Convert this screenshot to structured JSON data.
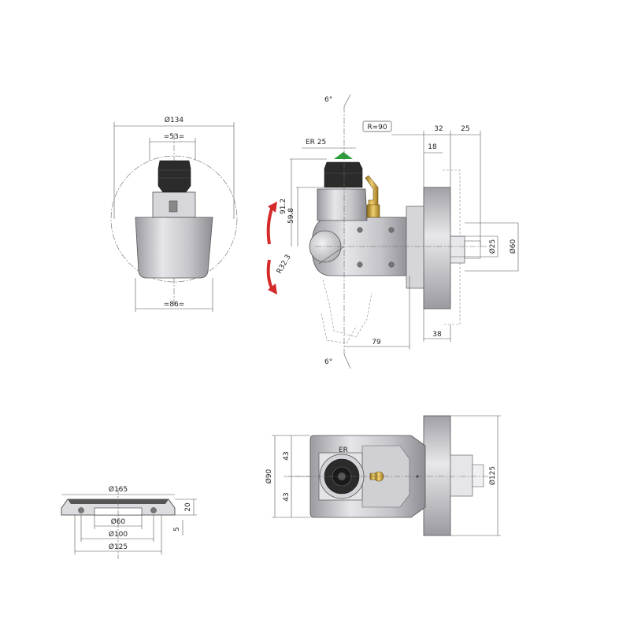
{
  "colors": {
    "line": "#333333",
    "dimension": "#555555",
    "rotation_arrow": "#d42a2a",
    "direction_arrow": "#2e9e3a",
    "brass": "#c9a23a"
  },
  "icons": [
    "rotation-arrow-icon",
    "direction-arrow-icon"
  ],
  "front_view": {
    "dim_swing": "Ø134",
    "dim_nut": "=53=",
    "dim_body": "=86="
  },
  "side_view": {
    "angle_top": "6°",
    "angle_bottom": "6°",
    "collet": "ER 25",
    "radius_box": "R=90",
    "dim_32": "32",
    "dim_25": "25",
    "dim_18": "18",
    "dim_91": "91.2",
    "dim_59": "59.8",
    "dim_r32": "R32.3",
    "dim_d25": "Ø25",
    "dim_d60": "Ø60",
    "dim_79": "79",
    "dim_38": "38"
  },
  "flange_view": {
    "dim_165": "Ø165",
    "dim_60": "Ø60",
    "dim_100": "Ø100",
    "dim_125": "Ø125",
    "dim_20": "20",
    "dim_5": "5"
  },
  "top_view": {
    "dim_90": "Ø90",
    "dim_43a": "43",
    "dim_43b": "43",
    "dim_125": "Ø125",
    "spindle_mark": "ER"
  }
}
